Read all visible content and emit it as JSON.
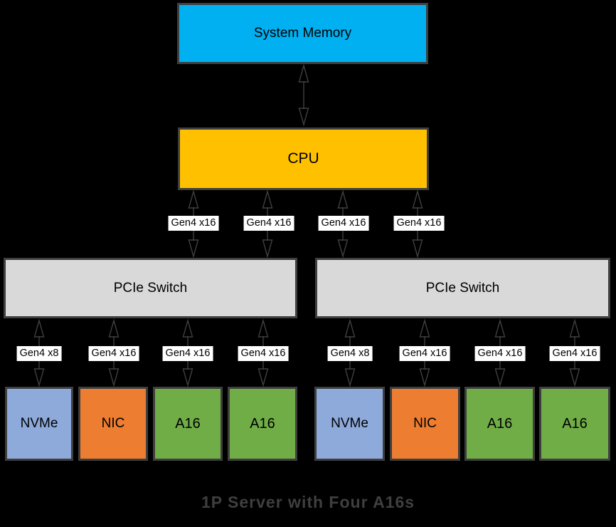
{
  "caption": "1P Server with Four A16s",
  "nodes": {
    "system_memory": "System Memory",
    "cpu": "CPU",
    "switch_left": "PCIe Switch",
    "switch_right": "PCIe Switch"
  },
  "cpu_links": [
    "Gen4 x16",
    "Gen4 x16",
    "Gen4 x16",
    "Gen4 x16"
  ],
  "switch_left_links": [
    "Gen4 x8",
    "Gen4 x16",
    "Gen4 x16",
    "Gen4 x16"
  ],
  "switch_right_links": [
    "Gen4 x8",
    "Gen4 x16",
    "Gen4 x16",
    "Gen4 x16"
  ],
  "devices_left": [
    "NVMe",
    "NIC",
    "A16",
    "A16"
  ],
  "devices_right": [
    "NVMe",
    "NIC",
    "A16",
    "A16"
  ],
  "colors": {
    "background": "#000000",
    "system_memory_fill": "#00b0f0",
    "cpu_fill": "#ffc000",
    "pcie_switch_fill": "#d9d9d9",
    "nvme_fill": "#8eaadb",
    "nic_fill": "#ed7d31",
    "a16_fill": "#70ad47",
    "box_border": "#3f3f3f",
    "link_label_bg": "#ffffff",
    "link_label_text": "#000000",
    "arrow_stroke": "#3f3f3f",
    "caption_text": "#3f3f3f"
  }
}
